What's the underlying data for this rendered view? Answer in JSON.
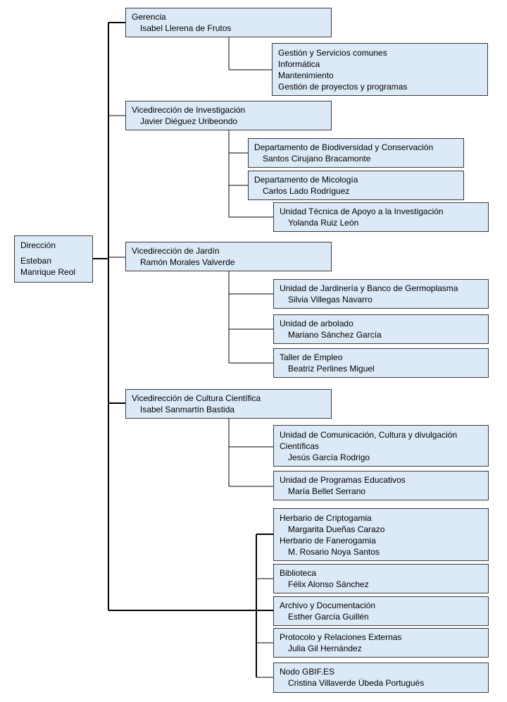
{
  "direccion": {
    "title": "Dirección",
    "name_line1": "Esteban",
    "name_line2": "Manrique Reol"
  },
  "gerencia": {
    "title": "Gerencia",
    "head": "Isabel Llerena de Frutos",
    "services": [
      "Gestión y Servicios comunes",
      "Informática",
      "Mantenimiento",
      "Gestión de proyectos y programas"
    ]
  },
  "investigacion": {
    "title": "Vicedirección de Investigación",
    "head": "Javier Diéguez Uribeondo",
    "units": [
      {
        "title": "Departamento de Biodiversidad y Conservación",
        "head": "Santos Cirujano Bracamonte"
      },
      {
        "title": "Departamento de Micología",
        "head": "Carlos Lado Rodríguez"
      },
      {
        "title": "Unidad Técnica de Apoyo a la Investigación",
        "head": "Yolanda Ruiz León"
      }
    ]
  },
  "jardin": {
    "title": "Vicedirección de Jardín",
    "head": "Ramón Morales Valverde",
    "units": [
      {
        "title": "Unidad de Jardinería y Banco de Germoplasma",
        "head": "Silvia Villegas Navarro"
      },
      {
        "title": "Unidad de arbolado",
        "head": "Mariano Sánchez García"
      },
      {
        "title": "Taller de Empleo",
        "head": "Beatriz Perlines Miguel"
      }
    ]
  },
  "cultura": {
    "title": "Vicedirección de Cultura Científica",
    "head": "Isabel Sanmartín Bastida",
    "units": [
      {
        "title_line1": "Unidad de Comunicación, Cultura y divulgación",
        "title_line2": "Científicas",
        "head": "Jesús García Rodrigo"
      },
      {
        "title": "Unidad de Programas Educativos",
        "head": "María Bellet Serrano"
      }
    ]
  },
  "direct": {
    "herbario": {
      "title1": "Herbario de Criptogamia",
      "head1": "Margarita Dueñas Carazo",
      "title2": "Herbario de Fanerogamia",
      "head2": "M. Rosario Noya Santos"
    },
    "units": [
      {
        "title": "Biblioteca",
        "head": "Félix Alonso Sánchez"
      },
      {
        "title": "Archivo y Documentación",
        "head": "Esther García Guillén"
      },
      {
        "title": "Protocolo y Relaciones Externas",
        "head": "Julia Gil Hernández"
      },
      {
        "title": "Nodo GBIF.ES",
        "head": "Cristina Villaverde Úbeda Portugués"
      }
    ]
  }
}
